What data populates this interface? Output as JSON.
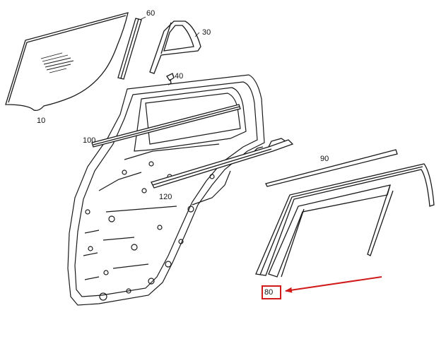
{
  "parts": [
    {
      "id": "glass",
      "callout": "10"
    },
    {
      "id": "fixed-window-frame",
      "callout": "30"
    },
    {
      "id": "clip",
      "callout": "40"
    },
    {
      "id": "channel-strip",
      "callout": "60"
    },
    {
      "id": "window-frame-seal",
      "callout": "80"
    },
    {
      "id": "roof-seal",
      "callout": "90"
    },
    {
      "id": "inner-belt-seal",
      "callout": "100"
    },
    {
      "id": "outer-belt-seal",
      "callout": "120"
    }
  ],
  "highlight": {
    "callout": "80",
    "color": "#d11a1a"
  },
  "colors": {
    "line": "#1a1a1a",
    "accent": "#d11a1a",
    "background": "#ffffff"
  }
}
